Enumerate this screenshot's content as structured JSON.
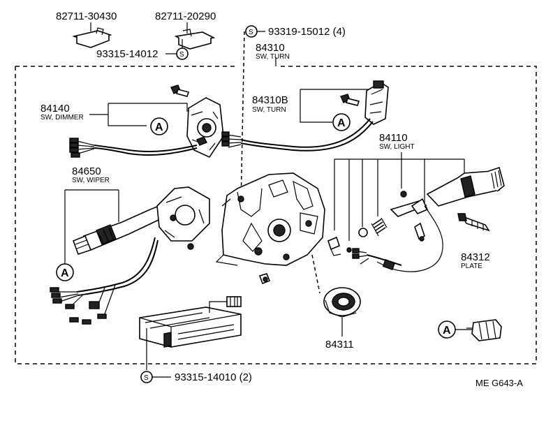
{
  "callouts": {
    "clip_1": "82711-30430",
    "clip_2": "82711-20290",
    "screw_top": "93319-15012 (4)",
    "screw_clip": "93315-14012",
    "screw_bottom": "93315-14010 (2)",
    "turn_assy": "84310",
    "turn_assy_desc": "SW, TURN",
    "turn_sub": "84310B",
    "turn_sub_desc": "SW, TURN",
    "dimmer": "84140",
    "dimmer_desc": "SW, DIMMER",
    "wiper": "84650",
    "wiper_desc": "SW, WIPER",
    "light": "84110",
    "light_desc": "SW, LIGHT",
    "plate": "84312",
    "plate_desc": "PLATE",
    "cancel_cam": "84311",
    "diagram_code": "ME  G643-A"
  },
  "markers": {
    "connector_ref": "A",
    "screw_symbol": "S"
  },
  "icons": [
    "dimmer-switch-icon",
    "turn-switch-icon",
    "wiper-switch-icon",
    "light-switch-icon",
    "bracket-icon",
    "bolt-icon",
    "connector-icon",
    "clip-icon"
  ]
}
